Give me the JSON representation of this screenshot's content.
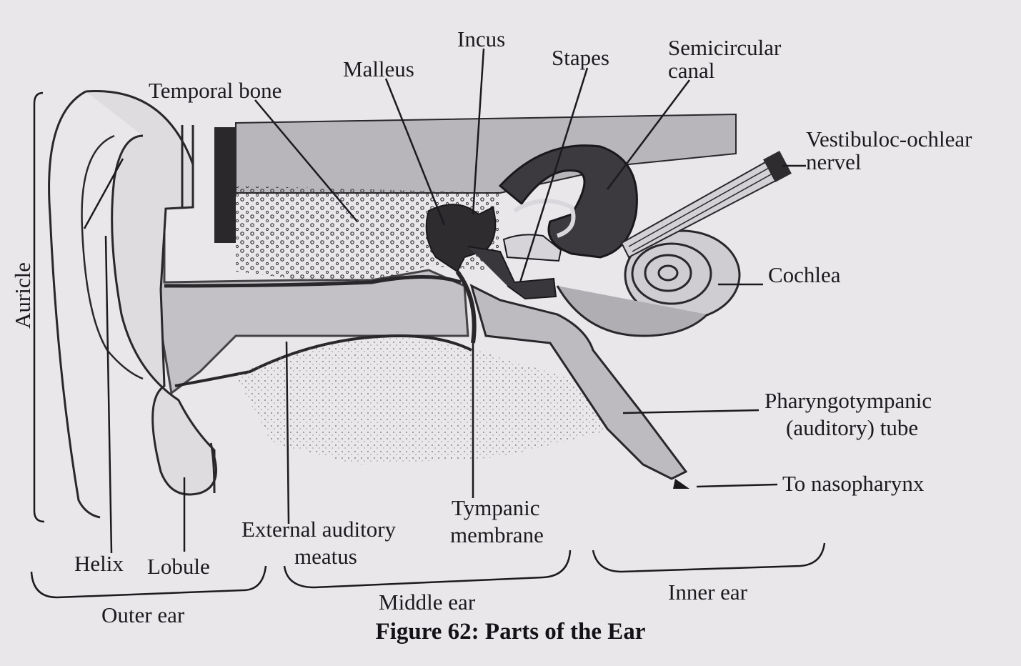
{
  "labels": {
    "incus": "Incus",
    "malleus": "Malleus",
    "stapes": "Stapes",
    "semicircular": "Semicircular",
    "canal": "canal",
    "temporal_bone": "Temporal bone",
    "vestib_1": "Vestibuloc-ochlear",
    "vestib_2": "nervel",
    "cochlea": "Cochlea",
    "auricle": "Auricle",
    "pharyngo_1": "Pharyngotympanic",
    "pharyngo_2": "(auditory) tube",
    "nasopharynx": "To nasopharynx",
    "tympanic_1": "Tympanic",
    "tympanic_2": "membrane",
    "external_1": "External auditory",
    "external_2": "meatus",
    "helix": "Helix",
    "lobule": "Lobule",
    "outer_ear": "Outer ear",
    "middle_ear": "Middle ear",
    "inner_ear": "Inner ear"
  },
  "caption": "Figure 62: Parts of the Ear",
  "colors": {
    "paper": "#e9e7ea",
    "ink": "#1c1a1e",
    "bone": "#d3d1d5",
    "dark": "#3a373c"
  }
}
